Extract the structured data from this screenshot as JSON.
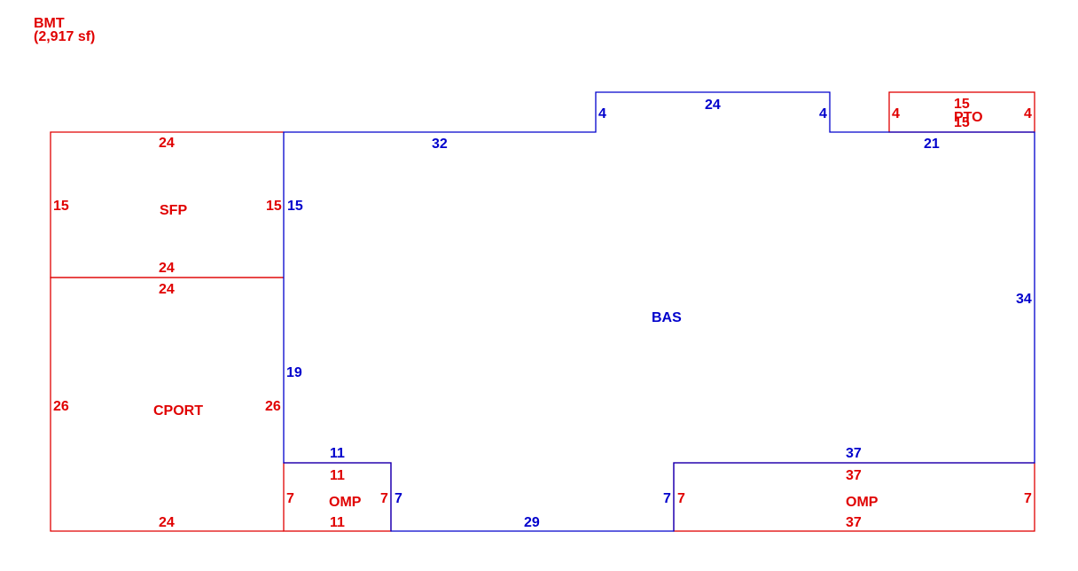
{
  "header": {
    "title": "BMT",
    "area": "(2,917 sf)"
  },
  "colors": {
    "main": "#0000cc",
    "addition": "#e00000"
  },
  "areas": {
    "bas": "BAS",
    "sfp": "SFP",
    "cport": "CPORT",
    "omp_left": "OMP",
    "omp_right": "OMP",
    "pto": "PTO"
  },
  "dims": {
    "sfp_top": "24",
    "sfp_left": "15",
    "sfp_right": "15",
    "sfp_bottom": "24",
    "cport_top": "24",
    "cport_left": "26",
    "cport_right": "26",
    "cport_bottom": "24",
    "bas_top_left": "32",
    "bas_left_upper": "15",
    "bas_left_lower": "19",
    "bas_bump_left": "4",
    "bas_bump_top": "24",
    "bas_bump_right": "4",
    "bas_top_right": "21",
    "bas_right": "34",
    "bas_notch_left_top": "11",
    "bas_notch_left_side": "7",
    "bas_bottom": "29",
    "bas_notch_right_side": "7",
    "bas_notch_right_top": "37",
    "omp_left_top": "11",
    "omp_left_left": "7",
    "omp_left_right": "7",
    "omp_left_bottom": "11",
    "omp_right_top": "37",
    "omp_right_left": "7",
    "omp_right_right": "7",
    "omp_right_bottom": "37",
    "pto_top": "15",
    "pto_bottom": "15",
    "pto_left": "4",
    "pto_right": "4"
  }
}
